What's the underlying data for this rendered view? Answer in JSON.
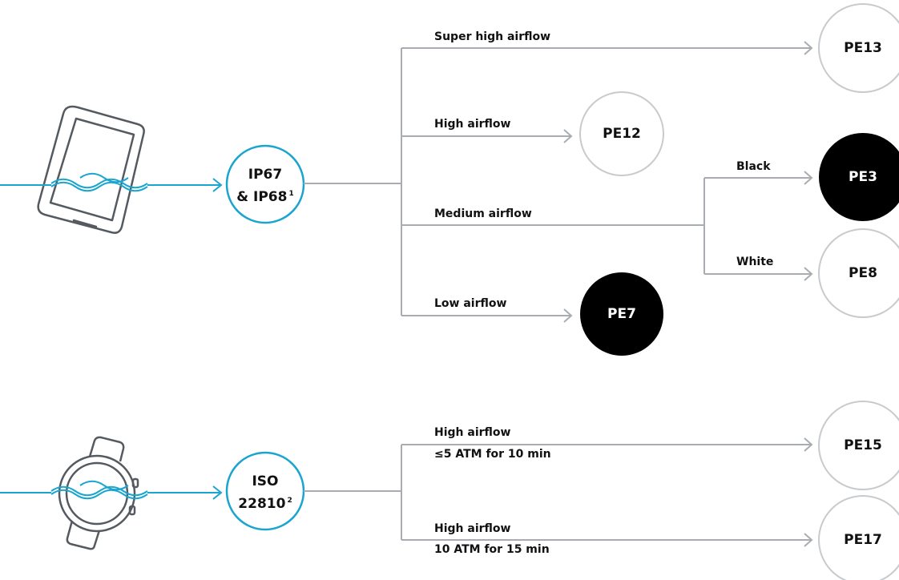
{
  "colors": {
    "accent": "#1aa5cf",
    "line": "#a9adb1",
    "circle_outline": "#c8cbce",
    "filled": "#000000",
    "device": "#555a60"
  },
  "icons": {
    "phone": "phone-icon",
    "watch": "smartwatch-icon",
    "water": "water-wave-icon"
  },
  "top": {
    "standard": {
      "line1": "IP67",
      "line2": "& IP68",
      "sup": "1"
    },
    "branches": {
      "super_high": "Super high airflow",
      "high": "High airflow",
      "medium": "Medium airflow",
      "low": "Low airflow",
      "black": "Black",
      "white": "White"
    },
    "products": {
      "pe13": "PE13",
      "pe12": "PE12",
      "pe3": "PE3",
      "pe8": "PE8",
      "pe7": "PE7"
    }
  },
  "bottom": {
    "standard": {
      "line1": "ISO",
      "line2": "22810",
      "sup": "2"
    },
    "branches": {
      "b1_title": "High airflow",
      "b1_sub": "≤5 ATM for 10 min",
      "b2_title": "High airflow",
      "b2_sub": "10 ATM for 15 min"
    },
    "products": {
      "pe15": "PE15",
      "pe17": "PE17"
    }
  }
}
